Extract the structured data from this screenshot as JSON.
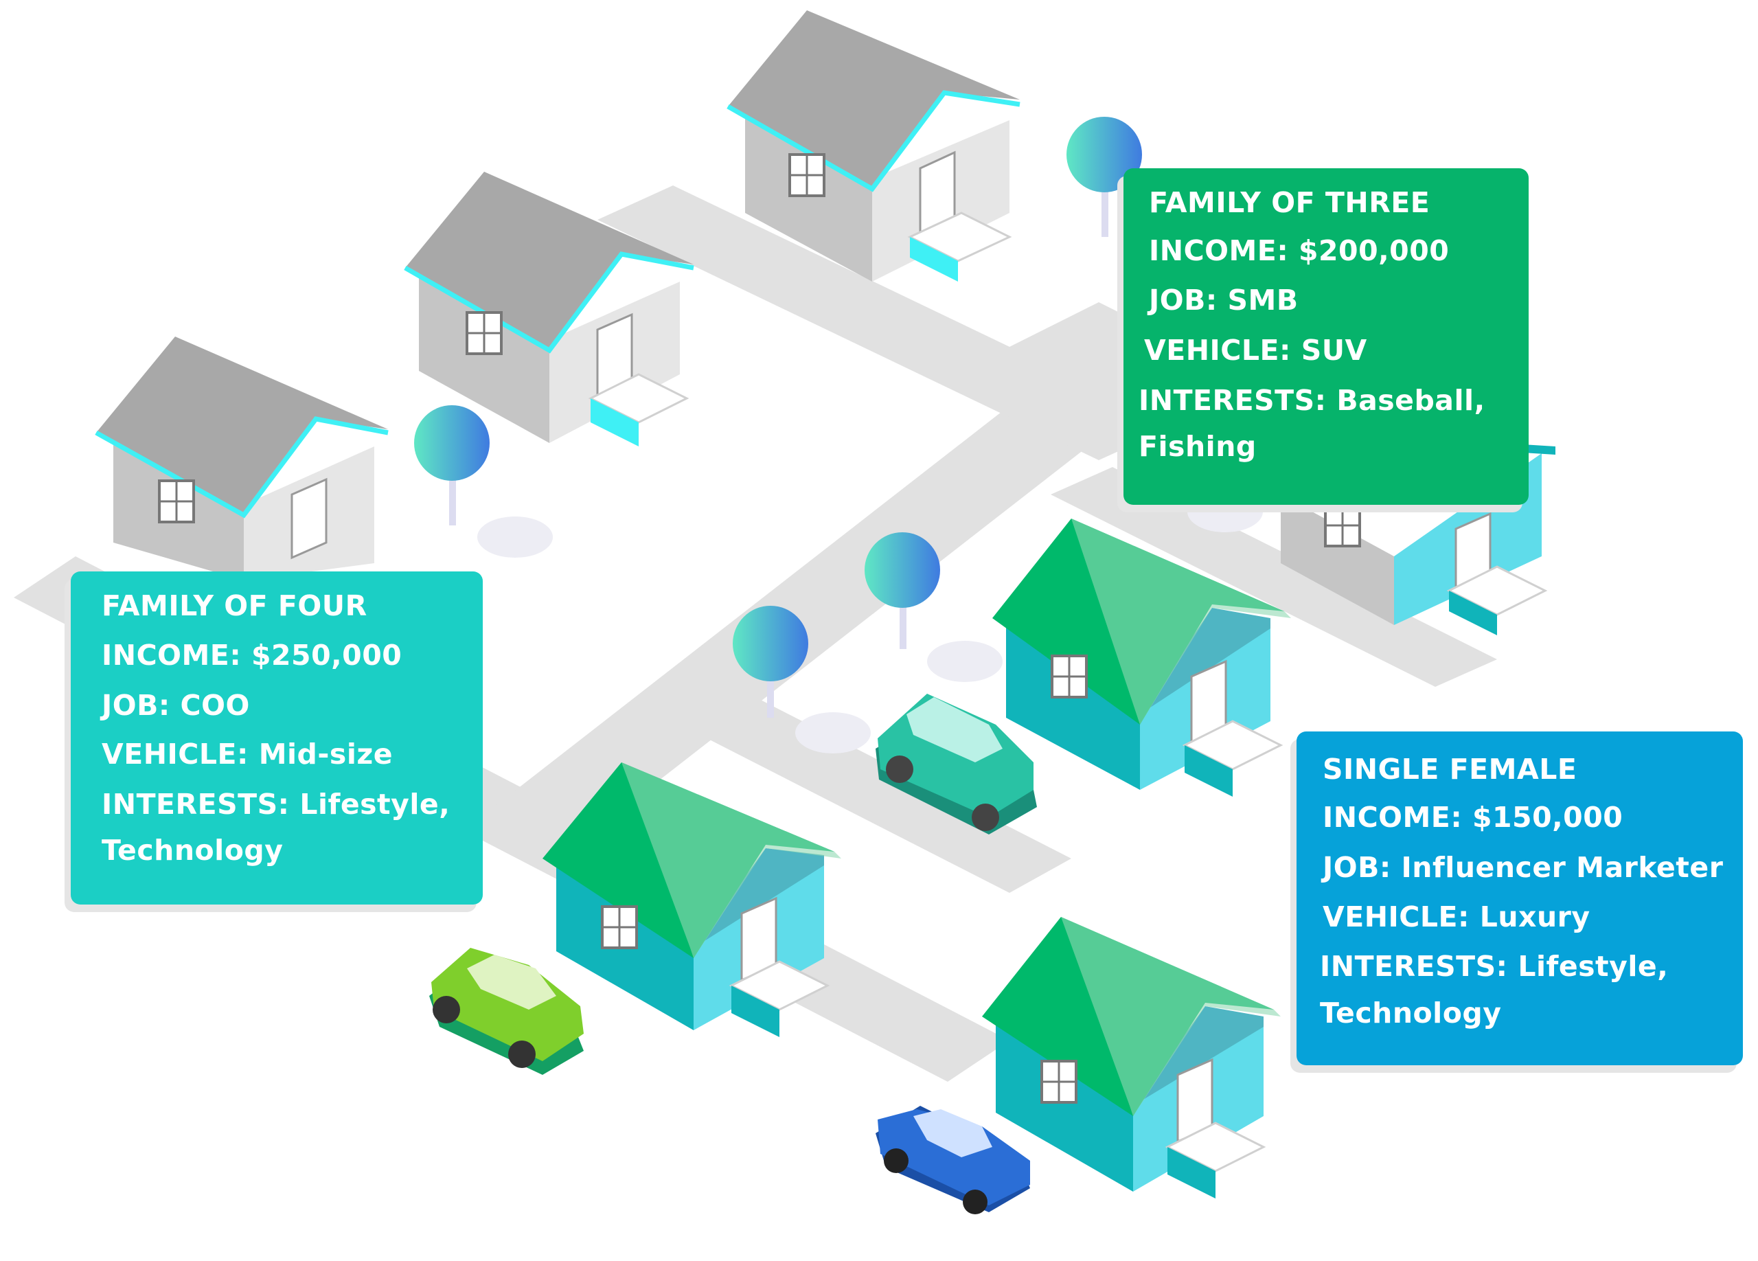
{
  "colors": {
    "road": "#e1e1e1",
    "road_shadow": "#efefef",
    "gray_roof": "#a8a8a8",
    "gray_wall_left": "#c5c5c5",
    "gray_wall_right": "#e6e6e6",
    "cyan_trim": "#3ff0f5",
    "green_roof": "#00b96b",
    "green_roof_light": "#8fd9b2",
    "teal_wall_left": "#10b4ba",
    "teal_wall_right": "#5fdcea",
    "card_teal": "#1bcfc5",
    "card_green": "#06b36b",
    "card_blue": "#06a2d9"
  },
  "cards": [
    {
      "id": "family-of-four",
      "color": "#1bcfc5",
      "lines": [
        "FAMILY OF FOUR",
        "INCOME: $250,000",
        "JOB: COO",
        "VEHICLE: Mid-size",
        "INTERESTS: Lifestyle,",
        "Technology"
      ]
    },
    {
      "id": "family-of-three",
      "color": "#06b36b",
      "lines": [
        "FAMILY OF THREE",
        "INCOME: $200,000",
        "JOB: SMB",
        "VEHICLE: SUV",
        "INTERESTS: Baseball,",
        "Fishing"
      ]
    },
    {
      "id": "single-female",
      "color": "#06a2d9",
      "lines": [
        "SINGLE FEMALE",
        "INCOME: $150,000",
        "JOB: Influencer Marketer",
        "VEHICLE: Luxury",
        "INTERESTS: Lifestyle,",
        "Technology"
      ]
    }
  ],
  "cars": [
    {
      "id": "suv",
      "body": "#29c2a4",
      "dark": "#1a8f7a"
    },
    {
      "id": "compact",
      "body": "#7fcf2c",
      "dark": "#149f63"
    },
    {
      "id": "sports",
      "body": "#2b6ed6",
      "dark": "#1b4fa6"
    }
  ]
}
